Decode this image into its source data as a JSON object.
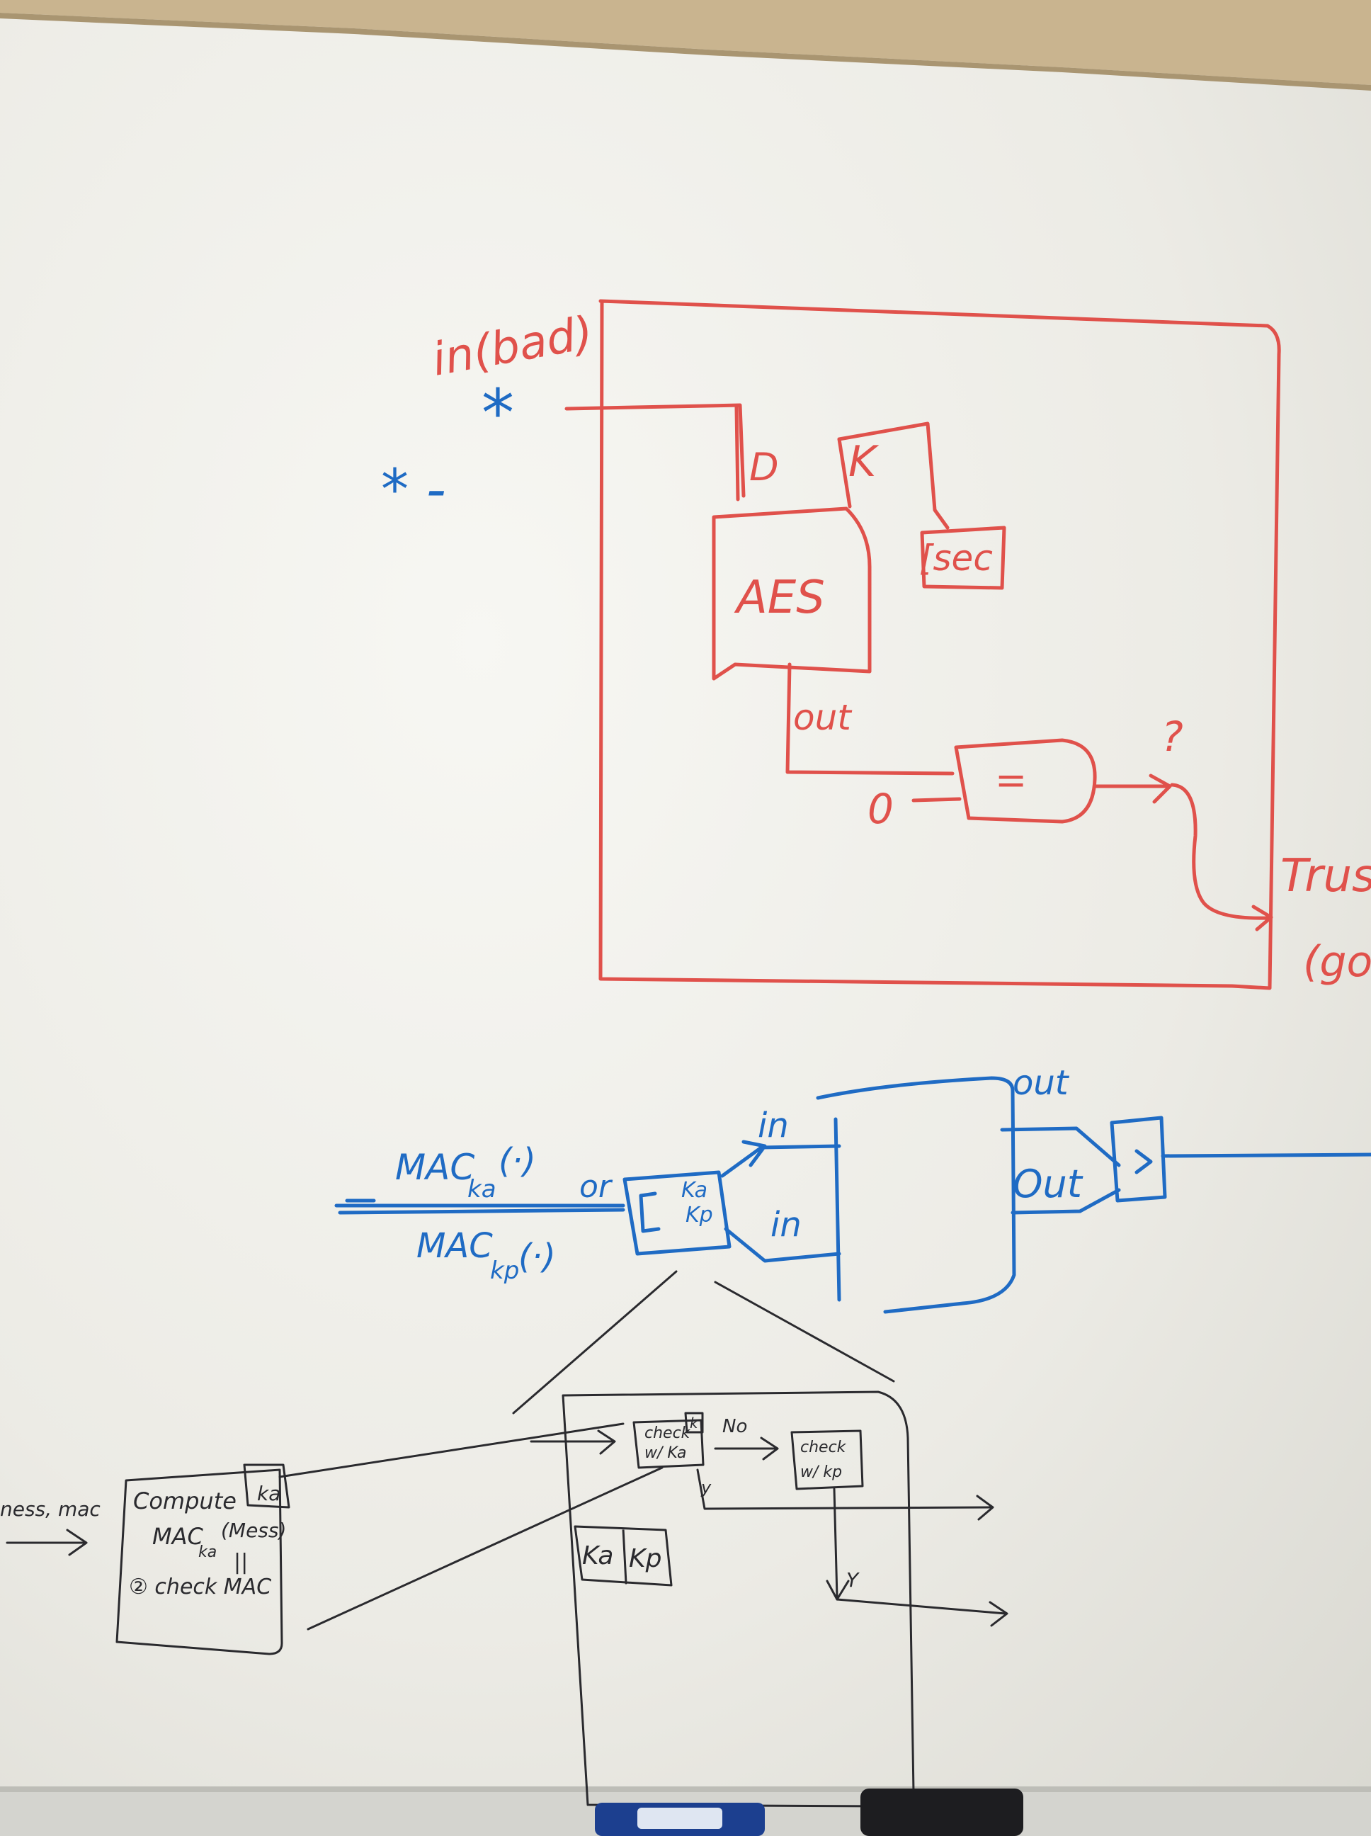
{
  "colors": {
    "board": "#f3f3ef",
    "red_marker": "#e0514b",
    "blue_marker": "#1f6bc4",
    "black_marker": "#2a2a2e",
    "frame": "#c9b48f"
  },
  "red_diagram": {
    "input_label": "in(bad)",
    "star_mark": "*",
    "star_dash": "* -",
    "wire_label_d": "D",
    "key_label": "K",
    "key_box_label": "[sec",
    "cipher_block_label": "AES",
    "output_label": "out",
    "compare_label": "=",
    "zero_label": "0",
    "question_label": "?",
    "trust_label": "Trus",
    "trust_sub_label": "(go"
  },
  "blue_diagram": {
    "mac_ka_label": "MAC",
    "mac_ka_sub": "ka",
    "mac_ka_arg": "(·)",
    "or_label": "or",
    "mac_kp_label": "MAC",
    "mac_kp_sub": "kp",
    "mac_kp_arg": "(·)",
    "key_ka": "Ka",
    "key_kp": "Kp",
    "in_top": "in",
    "in_bottom": "in",
    "out_top": "out",
    "out_bottom": "Out"
  },
  "black_diagram": {
    "input_label": "ness, mac",
    "box_key": "ka",
    "step1": "Compute",
    "step1b": "MAC",
    "step1b_sub": "ka",
    "step1b_arg": "(Mess)",
    "equal_mark": "||",
    "step2": "② check   MAC",
    "check_ka_line1": "check",
    "check_ka_line2": "w/ Ka",
    "check_ka_key": "k",
    "no_label": "No",
    "check_kp_line1": "check",
    "check_kp_line2": "w/ kp",
    "yes_label_1": "y",
    "yes_label_2": "Y",
    "keys_ka": "Ka",
    "keys_kp": "Kp"
  }
}
